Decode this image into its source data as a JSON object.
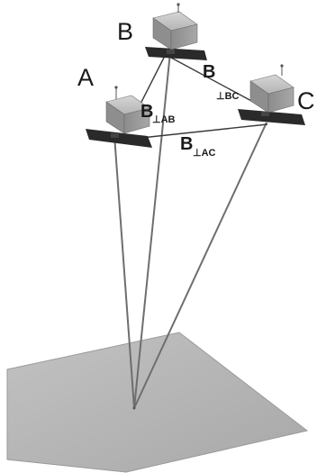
{
  "satellites": {
    "a": {
      "label": "A"
    },
    "b": {
      "label": "B"
    },
    "c": {
      "label": "C"
    }
  },
  "baselines": {
    "ab": {
      "main": "B",
      "sub": "⊥AB"
    },
    "bc": {
      "main": "B",
      "sub": "⊥BC"
    },
    "ac": {
      "main": "B",
      "sub": "⊥AC"
    }
  },
  "colors": {
    "ground": "#b0b0b0",
    "ground_edge": "#9a9a9a",
    "sight_line": "#6e6e6e",
    "baseline_line": "#3a3a3a",
    "satellite_body": "#9e9e9e",
    "satellite_panel": "#2a2a2a"
  }
}
